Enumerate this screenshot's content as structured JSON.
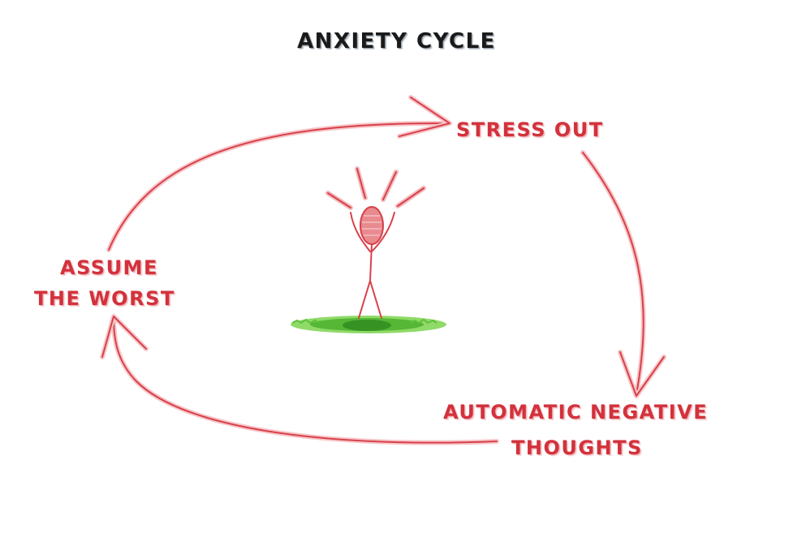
{
  "diagram": {
    "title": "ANXIETY CYCLE",
    "steps": {
      "stress_out": "STRESS OUT",
      "negative_line1": "AUTOMATIC NEGATIVE",
      "negative_line2": "THOUGHTS",
      "assume_line1": "ASSUME",
      "assume_line2": "THE WORST"
    },
    "colors": {
      "accent": "#d2323c",
      "arrow_stroke": "#d8414a",
      "arrow_glow": "#f7c6c9",
      "title": "#1a1a1a",
      "grass": "#4caf2e",
      "head_fill": "#e98a8f"
    }
  }
}
